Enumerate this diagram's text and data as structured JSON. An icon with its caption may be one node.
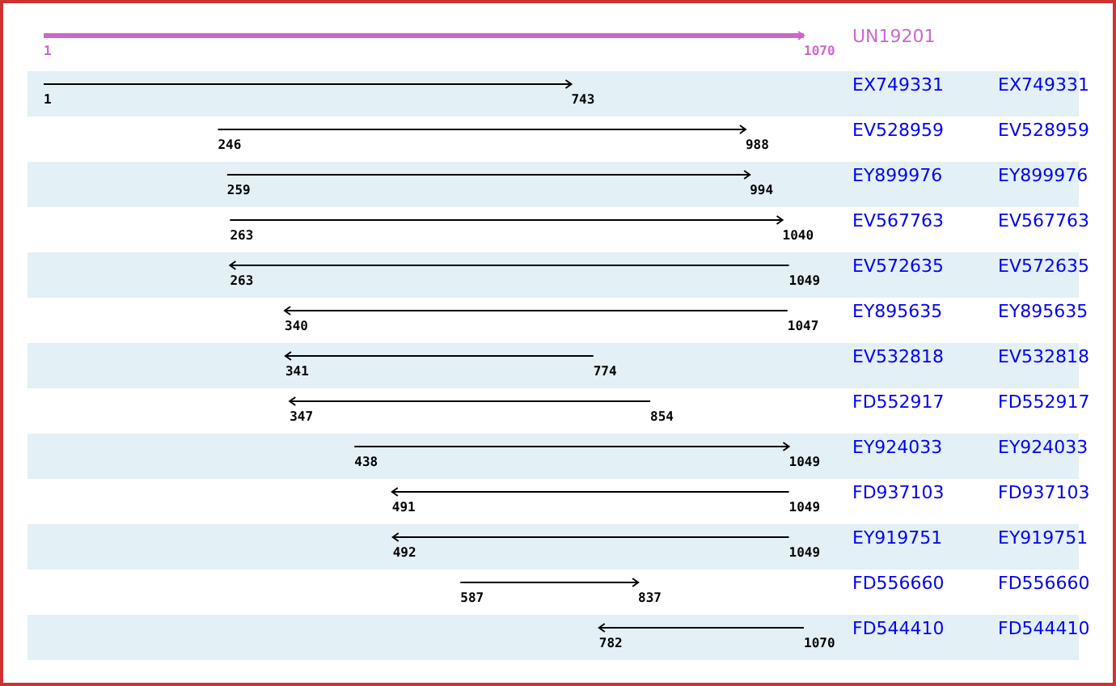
{
  "diagram": {
    "nodes": [
      {
        "text": [
          "UN19201"
        ]
      },
      {
        "text": [
          "1"
        ],
        "in": 0
      },
      {
        "text": [
          "1070"
        ],
        "in": 0
      },
      {
        "text": [
          "EX749331",
          "EX749331"
        ]
      },
      {
        "text": [
          "1"
        ],
        "in": 3
      },
      {
        "text": [
          "743"
        ],
        "in": 3
      },
      {
        "text": [
          "EV528959",
          "EV528959"
        ]
      },
      {
        "text": [
          "246"
        ],
        "in": 6
      },
      {
        "text": [
          "988"
        ],
        "in": 6
      },
      {
        "text": [
          "EY899976",
          "EY899976"
        ]
      },
      {
        "text": [
          "259"
        ],
        "in": 9
      },
      {
        "text": [
          "994"
        ],
        "in": 9
      },
      {
        "text": [
          "EV567763",
          "EV567763"
        ]
      },
      {
        "text": [
          "263"
        ],
        "in": 12
      },
      {
        "text": [
          "1040"
        ],
        "in": 12
      },
      {
        "text": [
          "EV572635",
          "EV572635"
        ]
      },
      {
        "text": [
          "263"
        ],
        "in": 15
      },
      {
        "text": [
          "1049"
        ],
        "in": 15
      },
      {
        "text": [
          "EY895635",
          "EY895635"
        ]
      },
      {
        "text": [
          "340"
        ],
        "in": 18
      },
      {
        "text": [
          "1047"
        ],
        "in": 18
      },
      {
        "text": [
          "EV532818",
          "EV532818"
        ]
      },
      {
        "text": [
          "341"
        ],
        "in": 21
      },
      {
        "text": [
          "774"
        ],
        "in": 21
      },
      {
        "text": [
          "FD552917",
          "FD552917"
        ]
      },
      {
        "text": [
          "347"
        ],
        "in": 24
      },
      {
        "text": [
          "854"
        ],
        "in": 24
      },
      {
        "text": [
          "EY924033",
          "EY924033"
        ]
      },
      {
        "text": [
          "438"
        ],
        "in": 27
      },
      {
        "text": [
          "1049"
        ],
        "in": 27
      },
      {
        "text": [
          "FD937103",
          "FD937103"
        ]
      },
      {
        "text": [
          "491"
        ],
        "in": 30
      },
      {
        "text": [
          "1049"
        ],
        "in": 30
      },
      {
        "text": [
          "EY919751",
          "EY919751"
        ]
      },
      {
        "text": [
          "492"
        ],
        "in": 33
      },
      {
        "text": [
          "1049"
        ],
        "in": 33
      },
      {
        "text": [
          "FD556660",
          "FD556660"
        ]
      },
      {
        "text": [
          "587"
        ],
        "in": 36
      },
      {
        "text": [
          "837"
        ],
        "in": 36
      },
      {
        "text": [
          "FD544410",
          "FD544410"
        ]
      },
      {
        "text": [
          "782"
        ],
        "in": 39
      },
      {
        "text": [
          "1070"
        ],
        "in": 39
      }
    ],
    "edges": [
      {
        "from": 1,
        "to": 2,
        "arrow": "to",
        "style": "thick",
        "color": "#cc66cc"
      },
      {
        "from": 4,
        "to": 5,
        "arrow": "to"
      },
      {
        "from": 7,
        "to": 8,
        "arrow": "to"
      },
      {
        "from": 10,
        "to": 11,
        "arrow": "to"
      },
      {
        "from": 13,
        "to": 14,
        "arrow": "to"
      },
      {
        "from": 17,
        "to": 16,
        "arrow": "to"
      },
      {
        "from": 20,
        "to": 19,
        "arrow": "to"
      },
      {
        "from": 23,
        "to": 22,
        "arrow": "to"
      },
      {
        "from": 26,
        "to": 25,
        "arrow": "to"
      },
      {
        "from": 28,
        "to": 29,
        "arrow": "to"
      },
      {
        "from": 32,
        "to": 31,
        "arrow": "to"
      },
      {
        "from": 35,
        "to": 34,
        "arrow": "to"
      },
      {
        "from": 37,
        "to": 38,
        "arrow": "to"
      },
      {
        "from": 41,
        "to": 40,
        "arrow": "to"
      }
    ]
  }
}
